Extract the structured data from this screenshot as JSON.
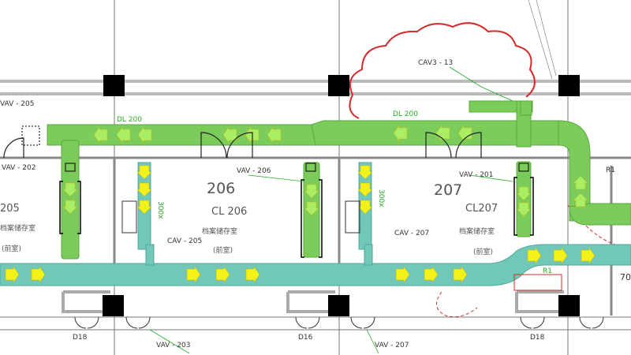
{
  "drawing": {
    "colors": {
      "supply_duct": "#7ccc5c",
      "return_duct": "#72c8b8",
      "arrow": "#f2f21a",
      "column": "#000000",
      "cloud": "#d42a2a",
      "linework": "#555555"
    }
  },
  "labels": {
    "cav_top": "CAV3 - 13",
    "vav_left_top": "VAV - 205",
    "vav_left": "VAV - 202",
    "vav_mid": "VAV - 206",
    "vav_right": "VAV - 201",
    "supply_label_1": "DL 200",
    "supply_label_2": "DL 200",
    "cav_mid_1": "CAV - 205",
    "cav_mid_2": "CAV - 207",
    "room_206_num": "206",
    "room_206_code": "CL 206",
    "room_206_name": "档案储存室",
    "room_206_sub": "(前室)",
    "room_207_num": "207",
    "room_207_code": "CL207",
    "room_207_name": "档案储存室",
    "room_207_sub": "(前室)",
    "room_205_num": "205",
    "room_205_name": "档案储存室",
    "room_205_sub": "(前室)",
    "door_1": "D18",
    "door_2": "D16",
    "door_3": "D18",
    "vav_bottom_1": "VAV - 203",
    "vav_bottom_2": "VAV - 207",
    "riser_1": "R1",
    "riser_2": "R1",
    "edge_num": "70",
    "return_vert_1": "300x",
    "return_vert_2": "300x"
  }
}
